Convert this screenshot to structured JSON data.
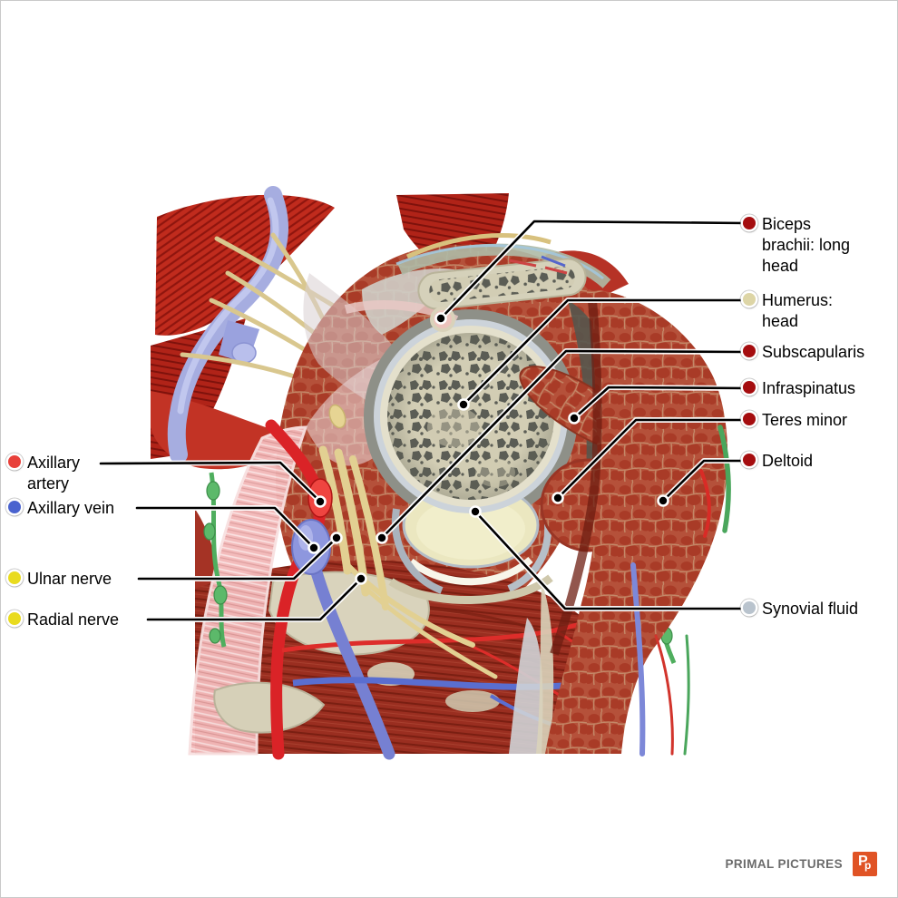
{
  "figure": {
    "subject": "Shoulder cross-section (transverse) 3D anatomy illustration with labeled structures"
  },
  "labels": {
    "right": [
      {
        "text": "Biceps brachii: long head",
        "lines": [
          "Biceps",
          "brachii: long",
          "head"
        ],
        "dot_color": "#a50d0f"
      },
      {
        "text": "Humerus: head",
        "lines": [
          "Humerus:",
          "head"
        ],
        "dot_color": "#ddd5a6"
      },
      {
        "text": "Subscapularis",
        "lines": [
          "Subscapularis"
        ],
        "dot_color": "#a50d0f"
      },
      {
        "text": "Infraspinatus",
        "lines": [
          "Infraspinatus"
        ],
        "dot_color": "#a50d0f"
      },
      {
        "text": "Teres minor",
        "lines": [
          "Teres minor"
        ],
        "dot_color": "#a50d0f"
      },
      {
        "text": "Deltoid",
        "lines": [
          "Deltoid"
        ],
        "dot_color": "#a50d0f"
      },
      {
        "text": "Synovial fluid",
        "lines": [
          "Synovial fluid"
        ],
        "dot_color": "#b9c3cd"
      }
    ],
    "left": [
      {
        "text": "Axillary artery",
        "lines": [
          "Axillary",
          "artery"
        ],
        "dot_color": "#e8403a"
      },
      {
        "text": "Axillary vein",
        "lines": [
          "Axillary vein"
        ],
        "dot_color": "#4a63cf"
      },
      {
        "text": "Ulnar nerve",
        "lines": [
          "Ulnar nerve"
        ],
        "dot_color": "#e9db1e"
      },
      {
        "text": "Radial nerve",
        "lines": [
          "Radial nerve"
        ],
        "dot_color": "#e9db1e"
      }
    ]
  },
  "branding": {
    "name": "PRIMAL PICTURES",
    "logo_color": "#e05325",
    "logo_p1": "P",
    "logo_p2": "p"
  },
  "colors": {
    "muscle_dot": "#a50d0f",
    "bone_dot": "#ddd5a6",
    "fluid_dot": "#b9c3cd",
    "artery_dot": "#e8403a",
    "vein_dot": "#4a63cf",
    "nerve_dot": "#e9db1e",
    "leader_line": "#000000"
  }
}
